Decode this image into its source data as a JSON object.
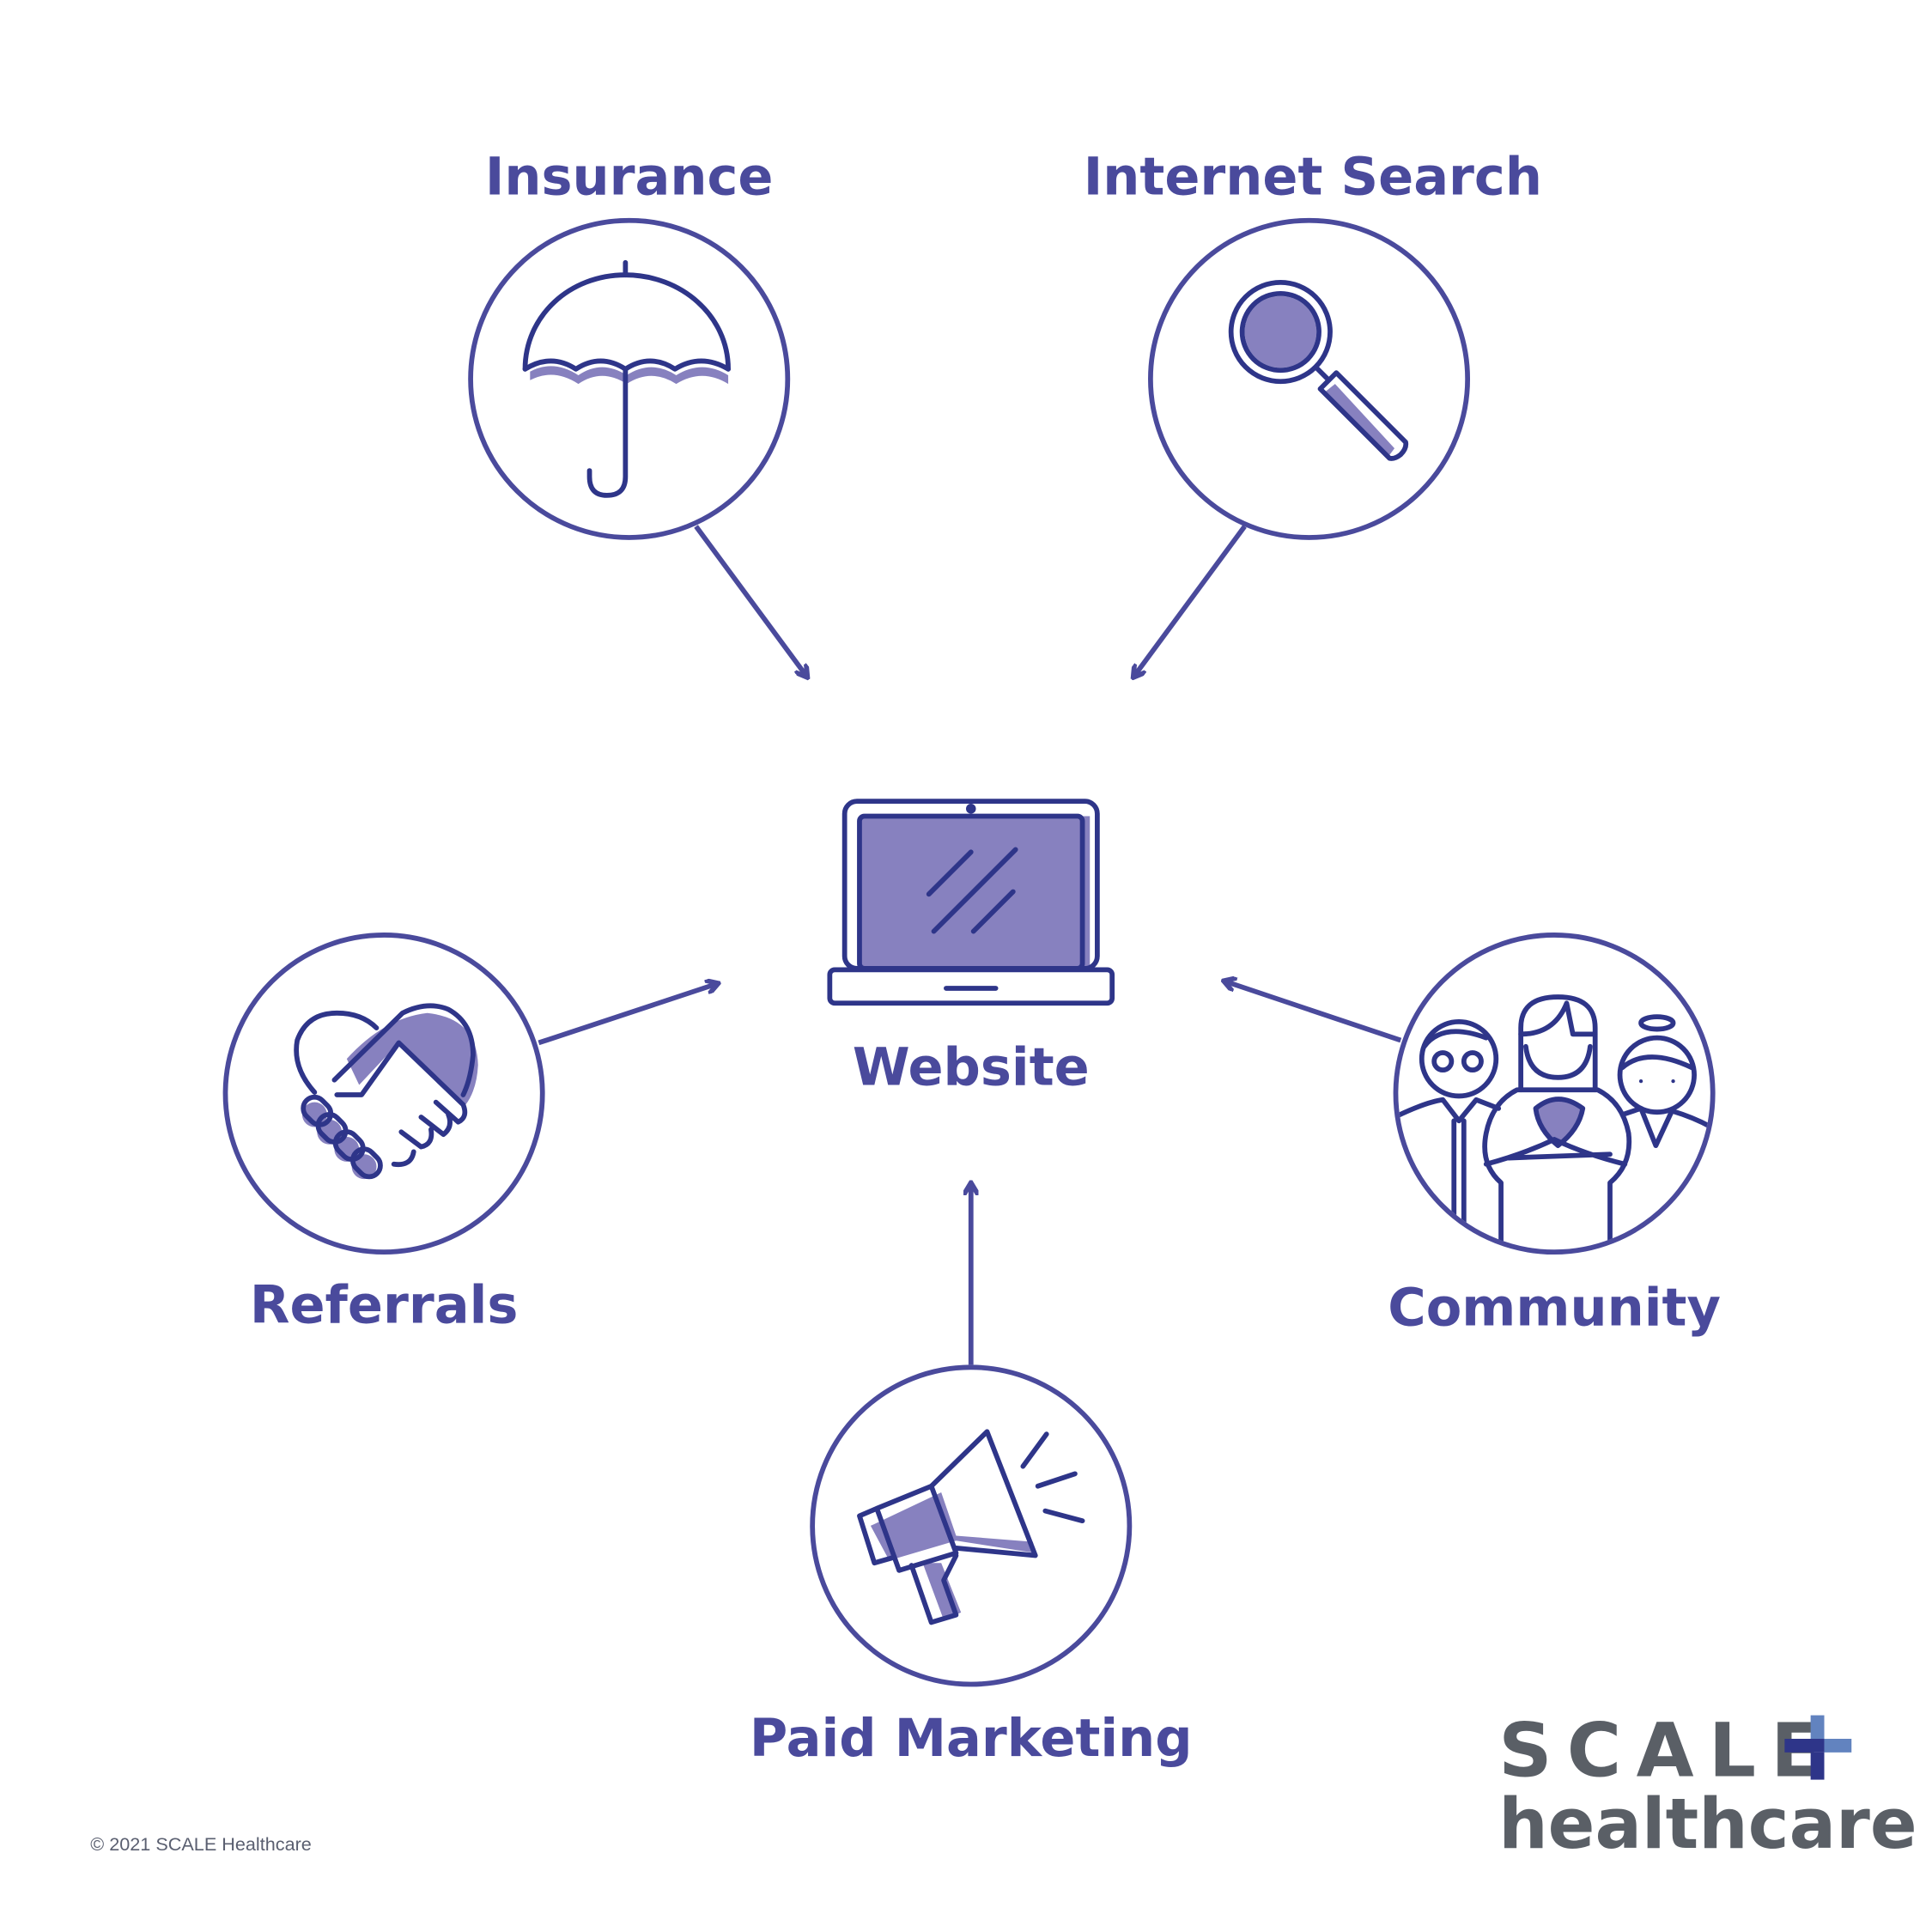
{
  "nodes": {
    "insurance": "Insurance",
    "internet_search": "Internet Search",
    "website": "Website",
    "referrals": "Referrals",
    "community": "Community",
    "paid_marketing": "Paid Marketing"
  },
  "footer": {
    "copyright": "© 2021 SCALE Healthcare"
  },
  "logo": {
    "line1": "SCALE",
    "line2": "healthcare"
  },
  "colors": {
    "primary": "#4a4a9c",
    "dark": "#2e3589",
    "fill": "#8781bf",
    "logo_gray": "#5a5f66",
    "logo_blue": "#6283bf"
  }
}
